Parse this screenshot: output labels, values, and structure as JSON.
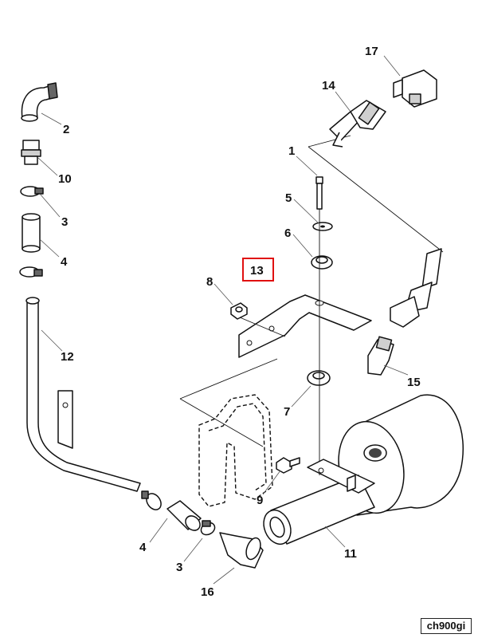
{
  "callouts": {
    "c17": "17",
    "c14": "14",
    "c1": "1",
    "c2": "2",
    "c10": "10",
    "c3a": "3",
    "c5": "5",
    "c4a": "4",
    "c6": "6",
    "c13": "13",
    "c8": "8",
    "c12": "12",
    "c15": "15",
    "c7": "7",
    "c9": "9",
    "c4b": "4",
    "c11": "11",
    "c3b": "3",
    "c16": "16"
  },
  "highlighted_callout": "13",
  "highlight_color": "#e01010",
  "drawing_code": "ch900gi"
}
